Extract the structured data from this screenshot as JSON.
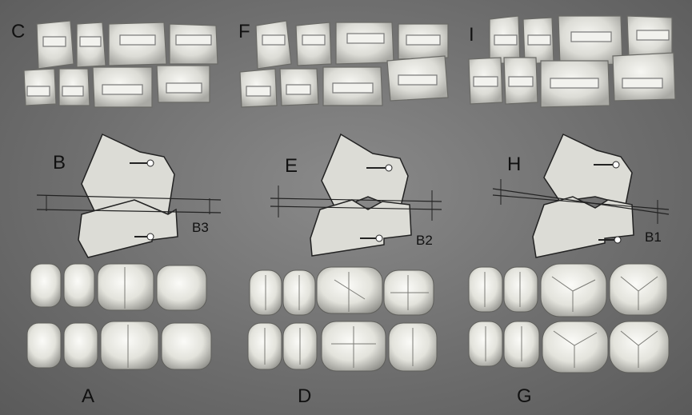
{
  "figure": {
    "panel_labels": {
      "top_left": "C",
      "top_middle": "F",
      "top_right": "I",
      "mid_left": "B",
      "mid_middle": "E",
      "mid_right": "H",
      "bottom_left": "A",
      "bottom_middle": "D",
      "bottom_right": "G"
    },
    "dimension_labels": {
      "left": "B3",
      "middle": "B2",
      "right": "B1"
    }
  }
}
